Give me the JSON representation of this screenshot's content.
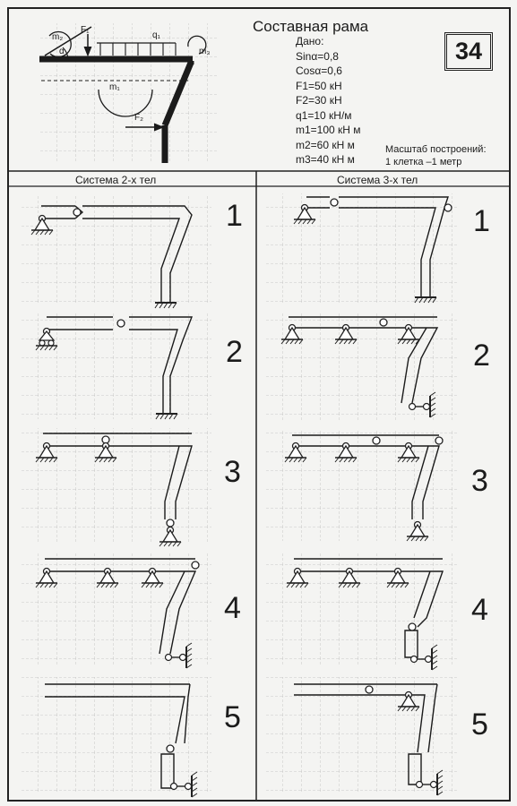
{
  "header": {
    "title": "Составная рама",
    "variant_number": "34",
    "given_label": "Дано:",
    "given": [
      "Sinα=0,8",
      "Cosα=0,6",
      "F1=50 кН",
      "F2=30 кН",
      "q1=10 кН/м",
      "m1=100 кН м",
      "m2=60 кН м",
      "m3=40 кН м"
    ],
    "scale_label": "Масштаб построений:",
    "scale_value": "1 клетка –1 метр"
  },
  "load_scheme": {
    "m2": "m₂",
    "F1": "F₁",
    "q1": "q₁",
    "m3": "m₃",
    "alpha": "α",
    "m1": "m₁",
    "F2": "F₂"
  },
  "columns": [
    {
      "title": "Система 2-х тел",
      "schemes": [
        "1",
        "2",
        "3",
        "4",
        "5"
      ]
    },
    {
      "title": "Система 3-х тел",
      "schemes": [
        "1",
        "2",
        "3",
        "4",
        "5"
      ]
    }
  ]
}
